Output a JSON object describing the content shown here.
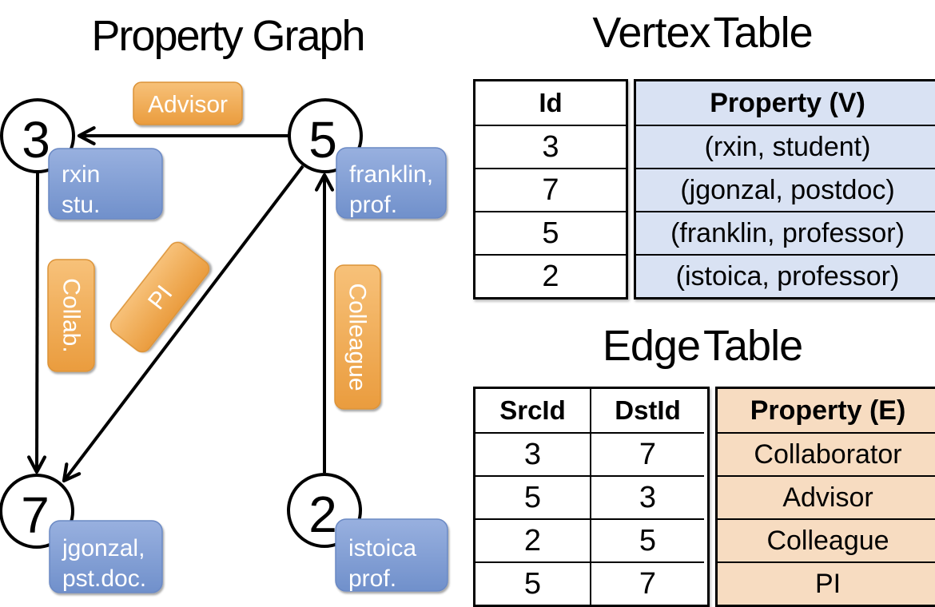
{
  "graph": {
    "title": "Property Graph",
    "nodes": [
      {
        "id": "3",
        "line1": "rxin",
        "line2": "stu."
      },
      {
        "id": "5",
        "line1": "franklin,",
        "line2": "prof."
      },
      {
        "id": "7",
        "line1": "jgonzal,",
        "line2": "pst.doc."
      },
      {
        "id": "2",
        "line1": "istoica",
        "line2": "prof."
      }
    ],
    "edges": [
      {
        "from": "5",
        "to": "3",
        "label": "Advisor"
      },
      {
        "from": "3",
        "to": "7",
        "label": "Collab."
      },
      {
        "from": "5",
        "to": "7",
        "label": "PI"
      },
      {
        "from": "2",
        "to": "5",
        "label": "Colleague"
      }
    ]
  },
  "vertex_table": {
    "title": "Vertex Table",
    "columns": [
      "Id",
      "Property (V)"
    ],
    "rows": [
      [
        "3",
        "(rxin, student)"
      ],
      [
        "7",
        "(jgonzal, postdoc)"
      ],
      [
        "5",
        "(franklin, professor)"
      ],
      [
        "2",
        "(istoica, professor)"
      ]
    ]
  },
  "edge_table": {
    "title": "Edge Table",
    "columns": [
      "SrcId",
      "DstId",
      "Property (E)"
    ],
    "rows": [
      [
        "3",
        "7",
        "Collaborator"
      ],
      [
        "5",
        "3",
        "Advisor"
      ],
      [
        "2",
        "5",
        "Colleague"
      ],
      [
        "5",
        "7",
        "PI"
      ]
    ]
  },
  "colors": {
    "edge_label_fill": "#EFA24C",
    "vertex_label_fill": "#7E9CD3",
    "vertex_property_cell": "#D9E2F3",
    "edge_property_cell": "#F7DCC1",
    "table_border": "#000000",
    "line_color": "#000000"
  }
}
